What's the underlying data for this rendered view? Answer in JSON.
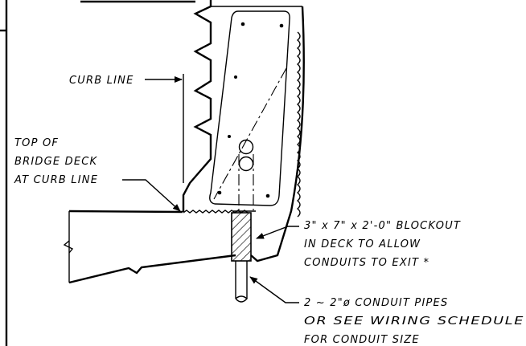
{
  "labels": {
    "curb_line": "CURB LINE",
    "top_of_deck": [
      "TOP OF",
      "BRIDGE DECK",
      "AT CURB LINE"
    ],
    "blockout": [
      "3\" x 7\" x 2'-0\" BLOCKOUT",
      "IN DECK TO ALLOW",
      "CONDUITS TO EXIT *"
    ],
    "conduit": [
      "2 ~ 2\"ø CONDUIT PIPES",
      "OR SEE WIRING SCHEDULE",
      "FOR CONDUIT SIZE"
    ]
  }
}
